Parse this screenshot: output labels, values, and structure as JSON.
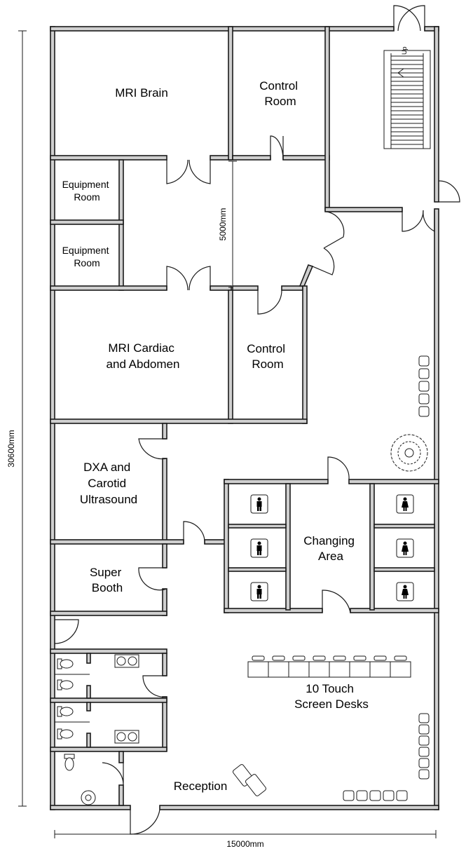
{
  "rooms": {
    "mri_brain": [
      "MRI Brain"
    ],
    "control_room_top": [
      "Control",
      "Room"
    ],
    "equipment_room_1": [
      "Equipment",
      "Room"
    ],
    "equipment_room_2": [
      "Equipment",
      "Room"
    ],
    "mri_cardiac": [
      "MRI Cardiac",
      "and Abdomen"
    ],
    "control_room_bottom": [
      "Control",
      "Room"
    ],
    "dxa": [
      "DXA and",
      "Carotid",
      "Ultrasound"
    ],
    "super_booth": [
      "Super",
      "Booth"
    ],
    "changing_area": [
      "Changing",
      "Area"
    ],
    "touch_desks": [
      "10 Touch",
      "Screen Desks"
    ],
    "reception": [
      "Reception"
    ]
  },
  "dimensions": {
    "height": "30600mm",
    "width": "15000mm",
    "corridor": "5000mm"
  },
  "stair_label": "Up"
}
